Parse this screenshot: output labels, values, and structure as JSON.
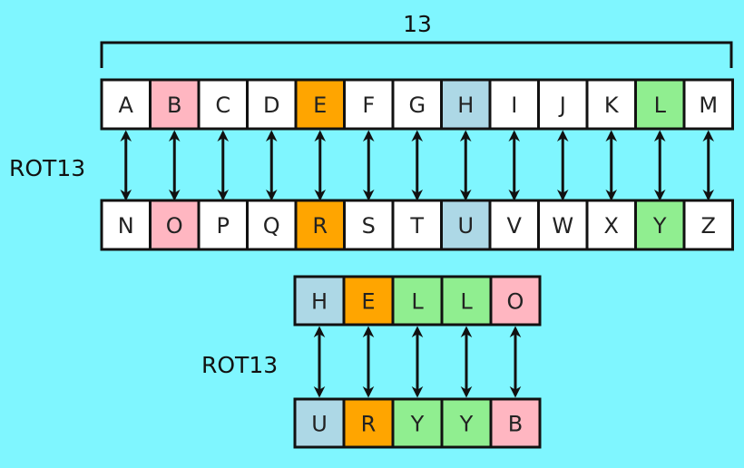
{
  "shift_label": "13",
  "rot_label": "ROT13",
  "colors": {
    "background": "#7FF6FF",
    "white": "#FFFFFF",
    "pink": "#FFB6C1",
    "orange": "#FFA500",
    "blue": "#ADD8E6",
    "green": "#90EE90",
    "border": "#111111"
  },
  "alphabet": {
    "top": [
      {
        "letter": "A",
        "color": "white"
      },
      {
        "letter": "B",
        "color": "pink"
      },
      {
        "letter": "C",
        "color": "white"
      },
      {
        "letter": "D",
        "color": "white"
      },
      {
        "letter": "E",
        "color": "orange"
      },
      {
        "letter": "F",
        "color": "white"
      },
      {
        "letter": "G",
        "color": "white"
      },
      {
        "letter": "H",
        "color": "blue"
      },
      {
        "letter": "I",
        "color": "white"
      },
      {
        "letter": "J",
        "color": "white"
      },
      {
        "letter": "K",
        "color": "white"
      },
      {
        "letter": "L",
        "color": "green"
      },
      {
        "letter": "M",
        "color": "white"
      }
    ],
    "bottom": [
      {
        "letter": "N",
        "color": "white"
      },
      {
        "letter": "O",
        "color": "pink"
      },
      {
        "letter": "P",
        "color": "white"
      },
      {
        "letter": "Q",
        "color": "white"
      },
      {
        "letter": "R",
        "color": "orange"
      },
      {
        "letter": "S",
        "color": "white"
      },
      {
        "letter": "T",
        "color": "white"
      },
      {
        "letter": "U",
        "color": "blue"
      },
      {
        "letter": "V",
        "color": "white"
      },
      {
        "letter": "W",
        "color": "white"
      },
      {
        "letter": "X",
        "color": "white"
      },
      {
        "letter": "Y",
        "color": "green"
      },
      {
        "letter": "Z",
        "color": "white"
      }
    ]
  },
  "example": {
    "plain": [
      {
        "letter": "H",
        "color": "blue"
      },
      {
        "letter": "E",
        "color": "orange"
      },
      {
        "letter": "L",
        "color": "green"
      },
      {
        "letter": "L",
        "color": "green"
      },
      {
        "letter": "O",
        "color": "pink"
      }
    ],
    "cipher": [
      {
        "letter": "U",
        "color": "blue"
      },
      {
        "letter": "R",
        "color": "orange"
      },
      {
        "letter": "Y",
        "color": "green"
      },
      {
        "letter": "Y",
        "color": "green"
      },
      {
        "letter": "B",
        "color": "pink"
      }
    ]
  }
}
